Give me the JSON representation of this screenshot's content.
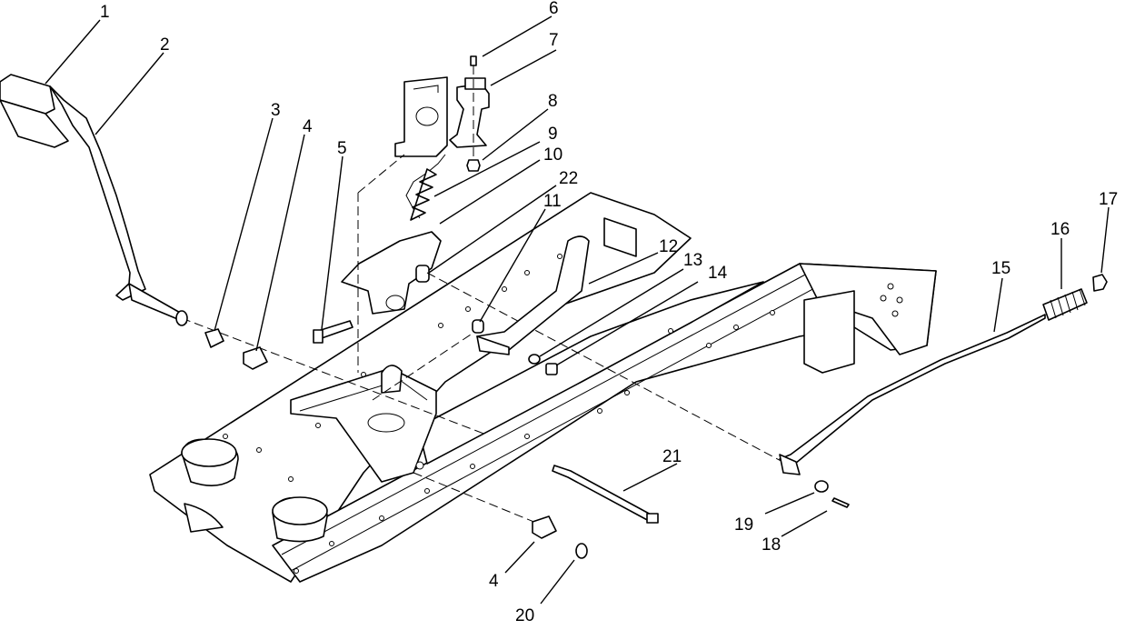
{
  "callouts": [
    "1",
    "2",
    "3",
    "4",
    "5",
    "6",
    "7",
    "8",
    "9",
    "10",
    "22",
    "11",
    "12",
    "13",
    "14",
    "15",
    "16",
    "17",
    "21",
    "19",
    "18",
    "4",
    "20"
  ],
  "colors": {
    "line": "#000000",
    "background": "#ffffff"
  }
}
